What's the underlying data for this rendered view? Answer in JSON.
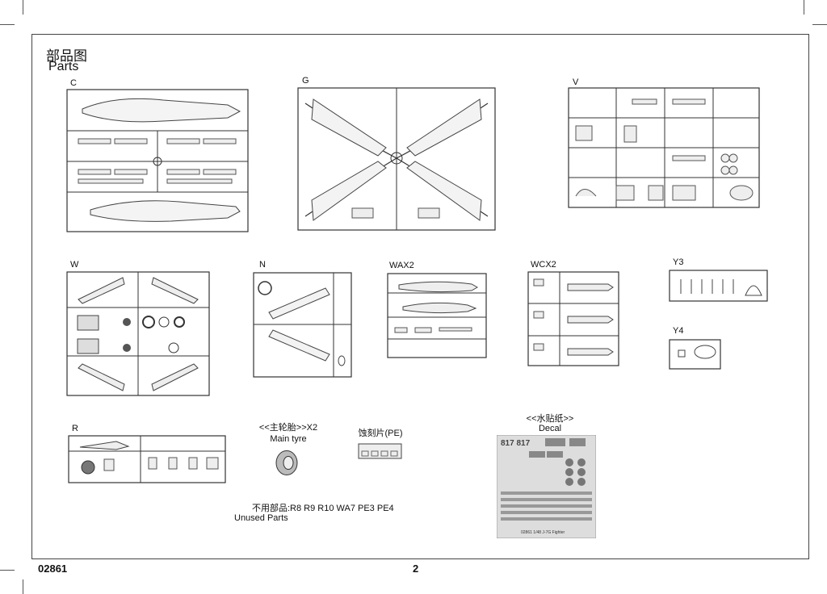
{
  "header": {
    "title_cn": "部品图",
    "title_en": "Parts"
  },
  "sprues": [
    {
      "id": "C",
      "label": "C"
    },
    {
      "id": "G",
      "label": "G"
    },
    {
      "id": "V",
      "label": "V"
    },
    {
      "id": "W",
      "label": "W"
    },
    {
      "id": "N",
      "label": "N"
    },
    {
      "id": "WAX2",
      "label": "WAX2"
    },
    {
      "id": "WCX2",
      "label": "WCX2"
    },
    {
      "id": "Y3",
      "label": "Y3"
    },
    {
      "id": "Y4",
      "label": "Y4"
    },
    {
      "id": "R",
      "label": "R"
    }
  ],
  "main_tyre": {
    "cn": "<<主轮胎>>X2",
    "en": "Main tyre"
  },
  "pe": {
    "cn": "蚀刻片(PE)"
  },
  "decal": {
    "cn": "<<水贴纸>>",
    "en": "Decal",
    "caption": "02861 1/48 J-7G Fighter",
    "numbers": "817 817"
  },
  "unused": {
    "cn": "不用部品:R8 R9 R10 WA7 PE3 PE4",
    "en": "Unused Parts"
  },
  "footer": {
    "code": "02861",
    "page": "2"
  }
}
